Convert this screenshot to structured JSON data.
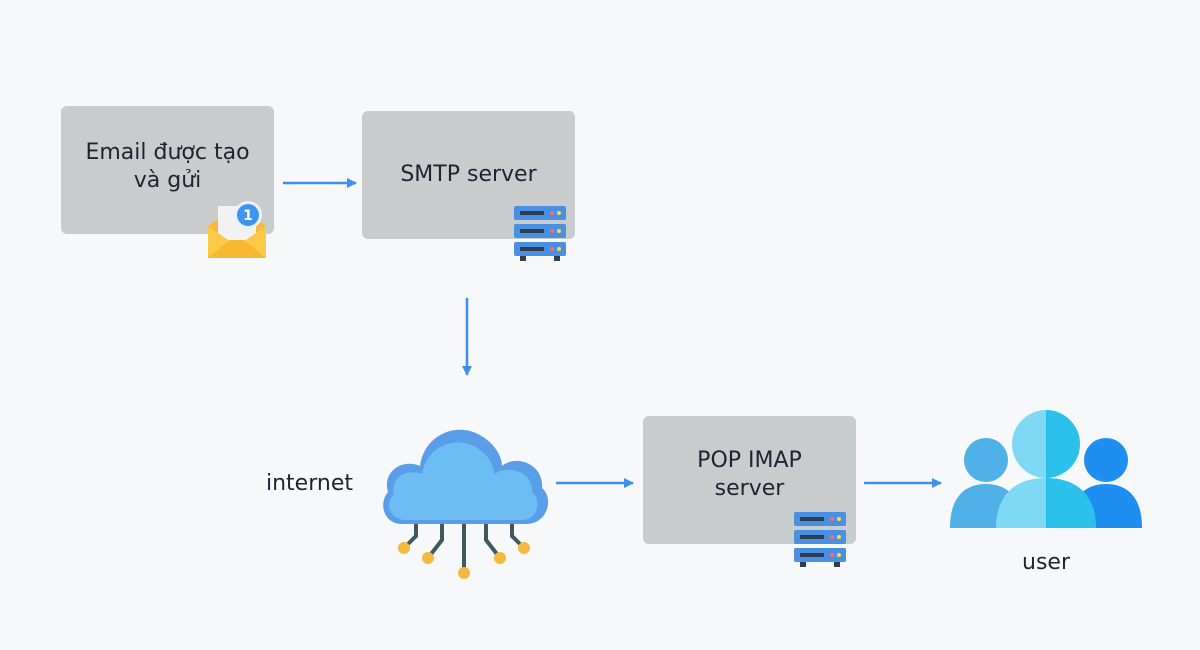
{
  "nodes": {
    "email": {
      "line1": "Email được tạo",
      "line2": "và gửi"
    },
    "smtp": {
      "label": "SMTP server"
    },
    "pop": {
      "line1": "POP IMAP",
      "line2": "server"
    },
    "internet": {
      "label": "internet"
    },
    "user": {
      "label": "user"
    }
  },
  "icons": {
    "email_badge": "1",
    "envelope": "envelope-icon",
    "server": "server-icon",
    "cloud": "cloud-network-icon",
    "users": "users-group-icon"
  },
  "colors": {
    "background": "#f7f8fa",
    "box": "#c8cccc",
    "arrow": "#3d8ff0",
    "text": "#1f2430"
  }
}
